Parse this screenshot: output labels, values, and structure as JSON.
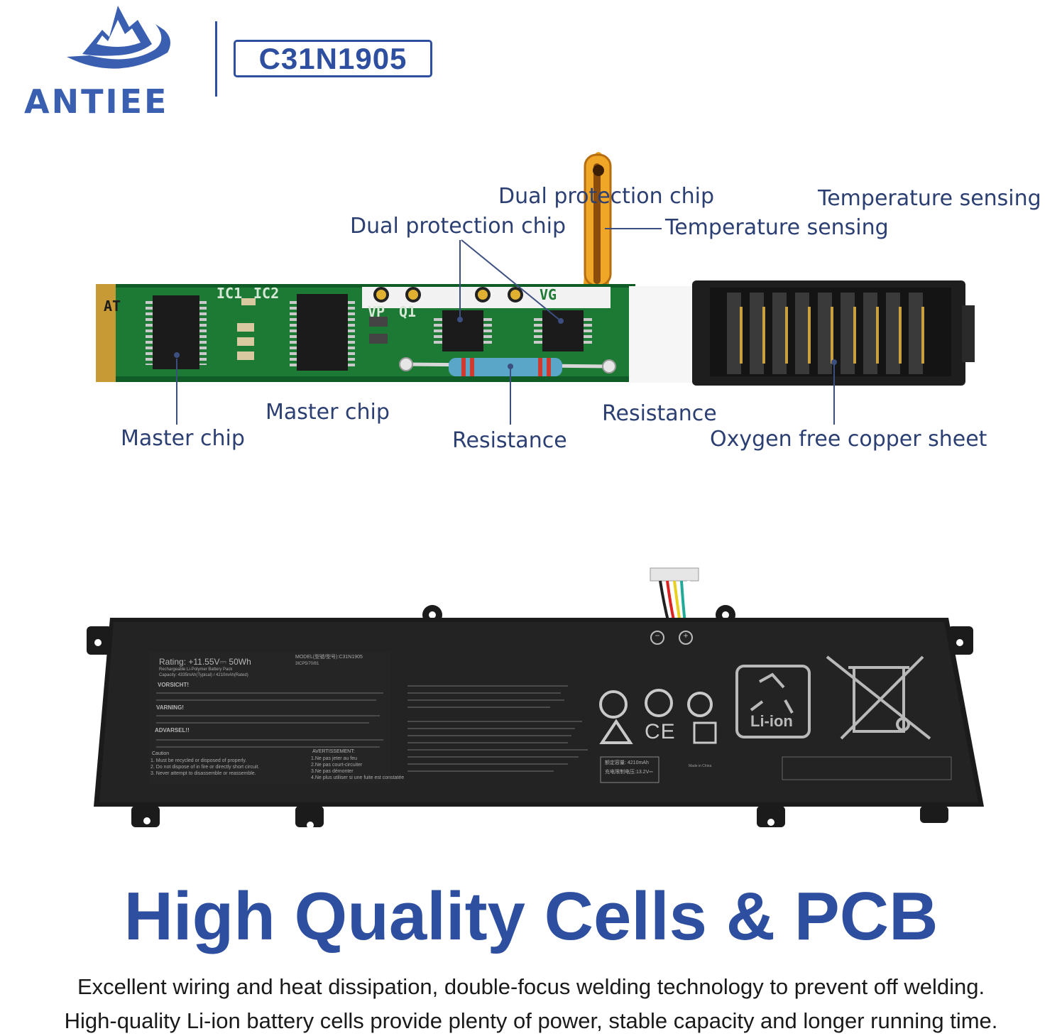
{
  "brand": {
    "name": "ANTIEE",
    "model": "C31N1905"
  },
  "callouts": {
    "dual_protection_chip_primary": "Dual protection chip",
    "dual_protection_chip_secondary": "Dual protection chip",
    "temperature_sensing_primary": "Temperature sensing",
    "temperature_sensing_secondary": "Temperature sensing",
    "master_chip_primary": "Master chip",
    "master_chip_secondary": "Master chip",
    "resistance_primary": "Resistance",
    "resistance_secondary": "Resistance",
    "oxygen_free_copper_sheet": "Oxygen free copper sheet"
  },
  "pcb": {
    "silk_ic1": "IC1",
    "silk_ic2": "IC2",
    "silk_vp": "VP",
    "silk_q1": "Q1",
    "silk_vg": "VG",
    "silk_at": "AT"
  },
  "battery_label": {
    "rating": "Rating: +11.55V⎓ 50Wh",
    "model_line": "MODEL(型號/型号):C31N1905",
    "pack_type": "Rechargeable Li-Polymer Battery Pack",
    "capacity": "Capacity: 4335mAh(Typical) / 4210mAh(Rated)",
    "cell_code": "3ICP5/70/81",
    "vorsicht_title": "VORSICHT!",
    "varning_title": "VARNING!",
    "advarsel_title": "ADVARSEL!!",
    "caution_title": "Caution",
    "caution_lines": [
      "1. Must be recycled or disposed of properly.",
      "2. Do not dispose of in fire or directly short circuit.",
      "3. Never attempt to disassemble or reassemble."
    ],
    "avertissement_title": "AVERTISSEMENT:",
    "avertissement_lines": [
      "1.Ne pas jeter au feu",
      "2.Ne pas court-circuiter",
      "3.Ne pas démonter",
      "4.Ne plus utiliser si une fuite est constatée"
    ],
    "rated_capacity": "额定容量: 4210mAh",
    "charge_limit": "充电限制电压:13.2V⎓",
    "made_in": "Made in China",
    "li_ion": "Li-ion",
    "ce_mark": "CE",
    "terminal_minus": "−",
    "terminal_plus": "+"
  },
  "headline": "High Quality Cells & PCB",
  "description": {
    "line1": "Excellent wiring and heat dissipation, double-focus welding technology to prevent off welding.",
    "line2": "High-quality Li-ion battery cells provide plenty of power, stable capacity and longer running time."
  },
  "colors": {
    "brand_blue": "#2e4f9f",
    "callout_text": "#2c3f73",
    "pcb_green": "#1f7a33",
    "battery_black": "#1b1b1c"
  }
}
